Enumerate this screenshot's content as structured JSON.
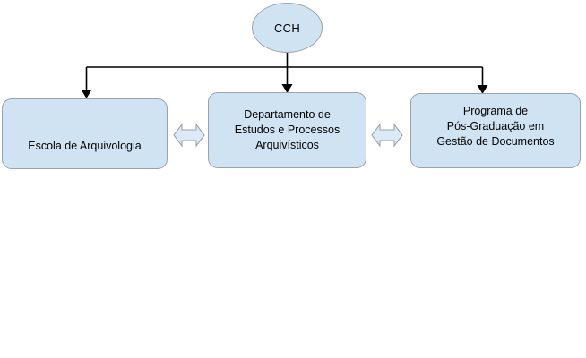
{
  "diagram": {
    "type": "organizational-chart",
    "background_color": "#ffffff",
    "node_fill_color": "#cfe3f3",
    "node_border_color": "#9aa3ad",
    "connector_color": "#000000",
    "root": {
      "id": "cch",
      "label": "CCH",
      "shape": "ellipse"
    },
    "units": [
      {
        "id": "escola",
        "label": "Escola de Arquivologia",
        "shape": "rounded-rectangle"
      },
      {
        "id": "departamento",
        "label": "Departamento de\nEstudos e Processos\nArquivísticos",
        "shape": "rounded-rectangle"
      },
      {
        "id": "programa",
        "label": "Programa de\nPós-Graduação em\nGestão de Documentos",
        "shape": "rounded-rectangle"
      }
    ],
    "lateral_links": [
      {
        "id": "escola-departamento",
        "from": "escola",
        "to": "departamento",
        "style": "double-headed-arrow"
      },
      {
        "id": "departamento-programa",
        "from": "departamento",
        "to": "programa",
        "style": "double-headed-arrow"
      }
    ],
    "hierarchy_links": [
      {
        "from": "cch",
        "to": "escola",
        "style": "elbow-arrow"
      },
      {
        "from": "cch",
        "to": "departamento",
        "style": "straight-arrow"
      },
      {
        "from": "cch",
        "to": "programa",
        "style": "elbow-arrow"
      }
    ]
  }
}
